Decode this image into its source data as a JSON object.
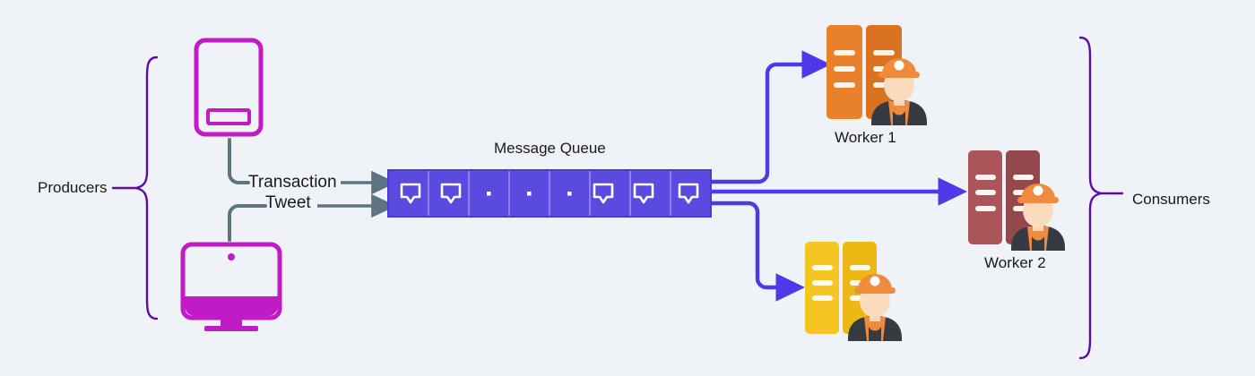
{
  "diagram": {
    "title": "Message Queue producer consumer architecture",
    "background_color": "#eff2f6"
  },
  "brackets": {
    "producers": {
      "label": "Producers",
      "color": "#5c0aa8",
      "side": "right"
    },
    "consumers": {
      "label": "Consumers",
      "color": "#5c0aa8",
      "side": "left"
    }
  },
  "producers": {
    "devices": [
      {
        "name": "tablet",
        "icon": "tablet-icon",
        "color": "#c01bc4"
      },
      {
        "name": "desktop-monitor",
        "icon": "monitor-icon",
        "color": "#c01bc4"
      }
    ],
    "flows": [
      {
        "label": "Transaction",
        "from": "tablet",
        "to": "message-queue",
        "color": "#5f7481"
      },
      {
        "label": "Tweet",
        "from": "desktop-monitor",
        "to": "message-queue",
        "color": "#5f7481"
      }
    ]
  },
  "message_queue": {
    "label": "Message Queue",
    "fill_color": "#5b4ae0",
    "border_color": "#4b3ad4",
    "cell_count": 8,
    "cells": [
      {
        "type": "message",
        "icon": "chat-bubble-icon"
      },
      {
        "type": "message",
        "icon": "chat-bubble-icon"
      },
      {
        "type": "dot",
        "icon": "dot-icon"
      },
      {
        "type": "dot",
        "icon": "dot-icon"
      },
      {
        "type": "dot",
        "icon": "dot-icon"
      },
      {
        "type": "message",
        "icon": "chat-bubble-icon"
      },
      {
        "type": "message",
        "icon": "chat-bubble-icon"
      },
      {
        "type": "message",
        "icon": "chat-bubble-icon"
      }
    ]
  },
  "consumers": {
    "arrow_color": "#4f38e8",
    "workers": [
      {
        "label": "Worker 1",
        "rack_color": "#e8812c",
        "rack_color_dark": "#d9731f",
        "position": "top"
      },
      {
        "label": "Worker 2",
        "rack_color": "#a9555a",
        "rack_color_dark": "#94474d",
        "position": "middle"
      },
      {
        "label": "",
        "rack_color": "#f5c523",
        "rack_color_dark": "#ecb914",
        "position": "bottom"
      }
    ],
    "worker_figure": {
      "helmet_color": "#f08a3c",
      "skin_color": "#f8d6b5",
      "vest_color": "#f08a3c",
      "body_color": "#363b42"
    }
  }
}
